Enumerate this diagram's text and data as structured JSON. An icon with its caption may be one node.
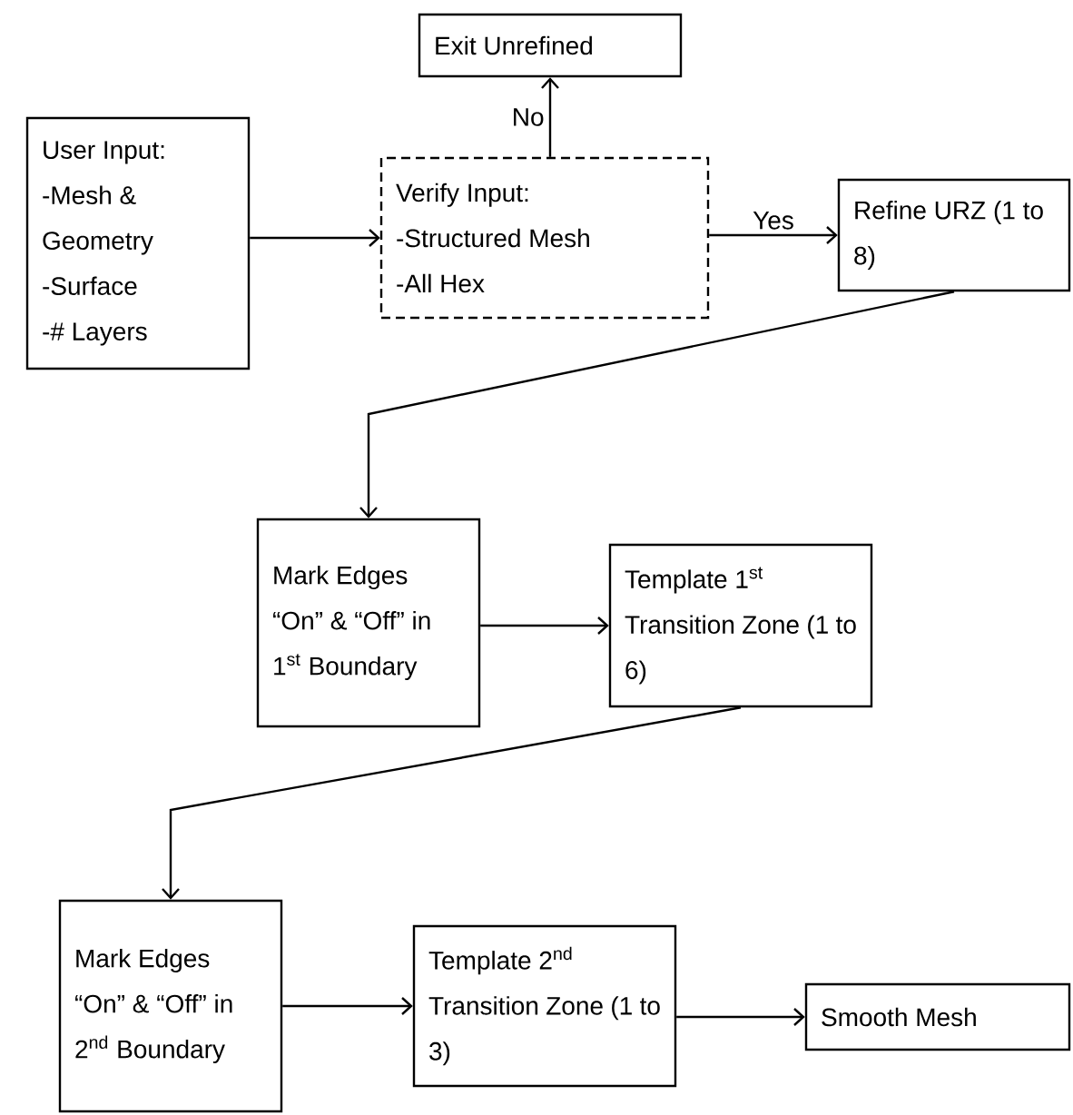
{
  "diagram": {
    "nodes": [
      {
        "text": [
          "User Input:",
          "-Mesh & Geometry",
          "-Surface",
          "-# Layers"
        ]
      },
      {
        "text": [
          "Exit Unrefined"
        ]
      },
      {
        "text": [
          "Verify Input:",
          "-Structured Mesh",
          "-All Hex"
        ]
      },
      {
        "text": [
          "Refine URZ (1 to 8)"
        ]
      },
      {
        "text": [
          "Mark Edges “On” & “Off” in 1$^{st}$ Boundary"
        ]
      },
      {
        "text": [
          "Template 1$^{st}$ Transition Zone (1 to 6)"
        ]
      },
      {
        "text": [
          "Mark Edges “On” & “Off” in 2$^{nd}$ Boundary"
        ]
      },
      {
        "text": [
          "Template  2$^{nd}$ Transition Zone (1 to 3)"
        ]
      },
      {
        "text": [
          "Smooth Mesh"
        ]
      }
    ],
    "edges": [
      {
        "from": 0,
        "to": 2,
        "arrow": "to"
      },
      {
        "from": 2,
        "to": 1,
        "arrow": "to",
        "label": "No"
      },
      {
        "from": 2,
        "to": 3,
        "arrow": "to",
        "label": "Yes"
      },
      {
        "from": 3,
        "to": 4,
        "arrow": "to"
      },
      {
        "from": 4,
        "to": 5,
        "arrow": "to"
      },
      {
        "from": 5,
        "to": 6,
        "arrow": "to"
      },
      {
        "from": 6,
        "to": 7,
        "arrow": "to"
      },
      {
        "from": 7,
        "to": 8,
        "arrow": "to"
      }
    ]
  }
}
